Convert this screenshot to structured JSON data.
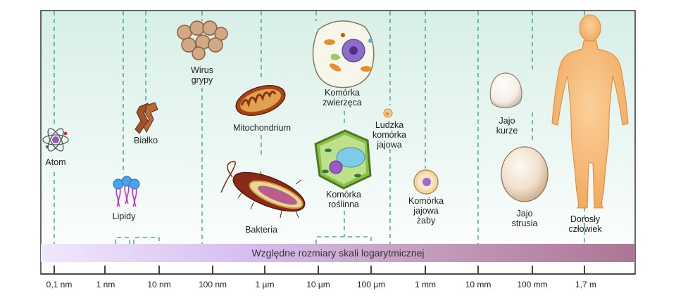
{
  "scale": {
    "title": "Względne rozmiary skali logarytmicznej",
    "ticks": [
      "0,1 nm",
      "1 nm",
      "10 nm",
      "100 nm",
      "1 µm",
      "10 µm",
      "100 µm",
      "1 mm",
      "10 mm",
      "100 mm",
      "1,7 m"
    ]
  },
  "items": {
    "atom": "Atom",
    "lipids": "Lipidy",
    "protein": "Białko",
    "virus": [
      "Wirus",
      "grypy"
    ],
    "mito": "Mitochondrium",
    "bacteria": "Bakteria",
    "animal_cell": [
      "Komórka",
      "zwierzęca"
    ],
    "plant_cell": [
      "Komórka",
      "roślinna"
    ],
    "human_egg": [
      "Ludzka",
      "komórka",
      "jajowa"
    ],
    "frog_egg": [
      "Komórka",
      "jajowa",
      "żaby"
    ],
    "chicken_egg": [
      "Jajo",
      "kurze"
    ],
    "ostrich_egg": [
      "Jajo",
      "strusia"
    ],
    "human": [
      "Dorosły",
      "człowiek"
    ]
  },
  "colors": {
    "guide": "#2f9a8c",
    "bg_top": "#dff3ec",
    "band_left": "#efe4fb",
    "band_mid": "#cfb3ea",
    "band_right": "#b07a99",
    "human": "#f4b168",
    "axis": "#5a3a2a"
  }
}
